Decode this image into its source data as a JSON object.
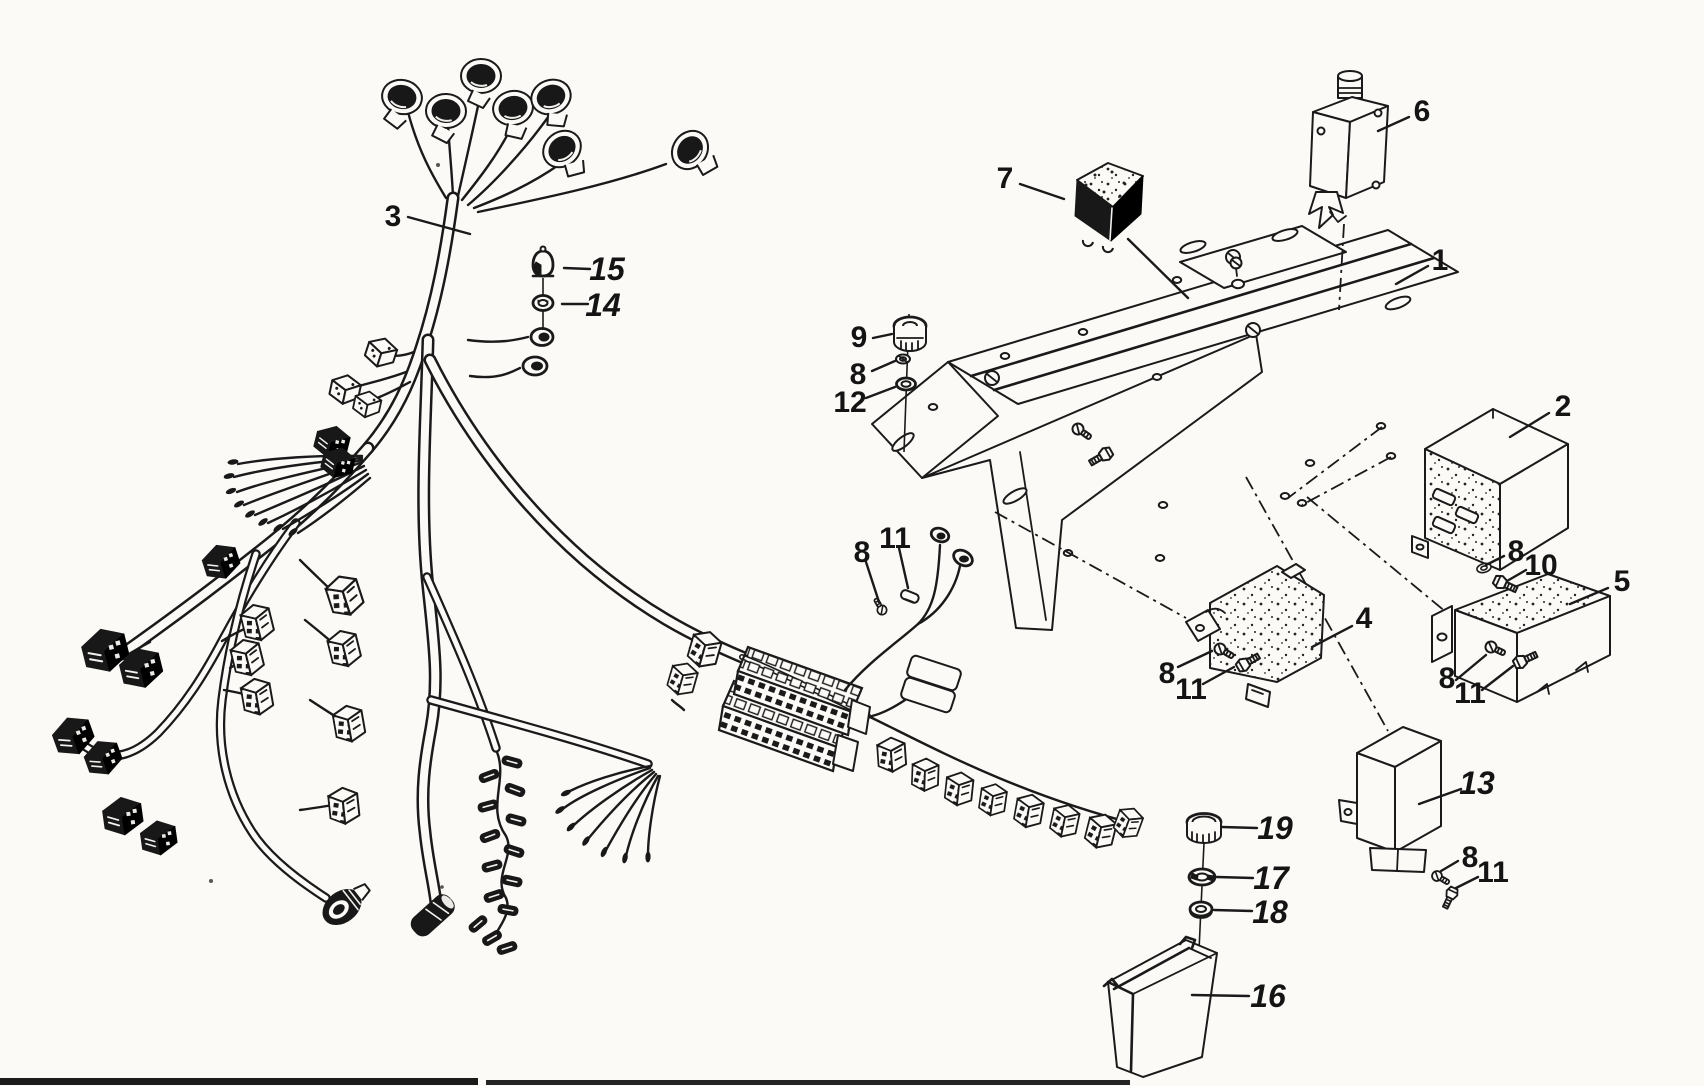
{
  "figure": {
    "kind": "exploded-parts-diagram",
    "style": "black and white line art, scanned parts-manual page",
    "ink_color": "#1a1a1a",
    "paper_color": "#fbfaf7",
    "labels": {
      "n1": "1",
      "n2": "2",
      "n3": "3",
      "n4": "4",
      "n5": "5",
      "n6": "6",
      "n7": "7",
      "n8": "8",
      "n9": "9",
      "n10": "10",
      "n11": "11",
      "n12": "12",
      "n13": "13",
      "n14": "14",
      "n15": "15",
      "n16": "16",
      "n17": "17",
      "n18": "18",
      "n19": "19"
    },
    "italic_callouts": [
      "13",
      "14",
      "15",
      "16",
      "17",
      "18",
      "19"
    ],
    "callout_instances": [
      "3",
      "15",
      "14",
      "7",
      "6",
      "1",
      "9",
      "8",
      "12",
      "2",
      "8",
      "10",
      "5",
      "4",
      "8",
      "11",
      "8",
      "11",
      "8",
      "11",
      "13",
      "8",
      "11",
      "19",
      "17",
      "18",
      "16"
    ],
    "artifact_note": "dark scan band along bottom edge"
  }
}
